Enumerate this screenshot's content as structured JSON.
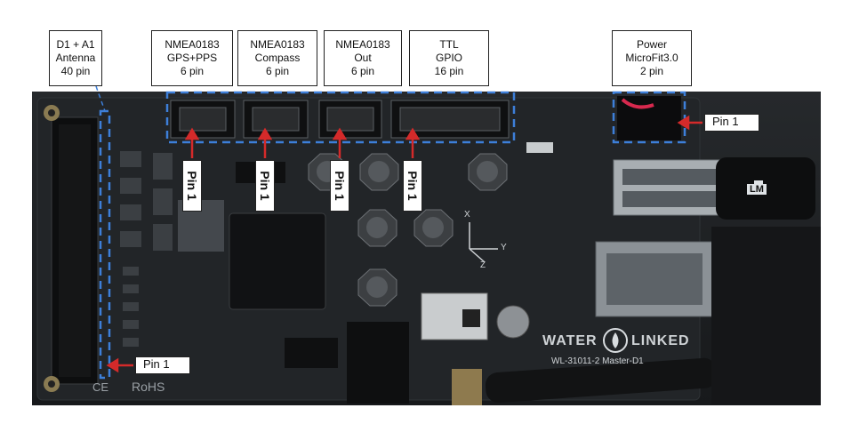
{
  "labels": [
    {
      "line1": "D1 + A1",
      "line2": "Antenna",
      "line3": "40 pin"
    },
    {
      "line1": "NMEA0183",
      "line2": "GPS+PPS",
      "line3": "6 pin"
    },
    {
      "line1": "NMEA0183",
      "line2": "Compass",
      "line3": "6 pin"
    },
    {
      "line1": "NMEA0183",
      "line2": "Out",
      "line3": "6 pin"
    },
    {
      "line1": "TTL",
      "line2": "GPIO",
      "line3": "16 pin"
    },
    {
      "line1": "Power",
      "line2": "MicroFit3.0",
      "line3": "2 pin"
    }
  ],
  "pin_label": "Pin 1",
  "board": {
    "brand_left": "WATER",
    "brand_right": "LINKED",
    "model": "WL-31011-2 Master-D1",
    "rohs": "RoHS",
    "ce": "CE",
    "usb_brand": "LM",
    "axis_x": "X",
    "axis_y": "Y",
    "axis_z": "Z"
  },
  "colors": {
    "dashed_outline": "#3d7fd9",
    "arrow": "#d42a2a",
    "board": "#1e2124"
  }
}
